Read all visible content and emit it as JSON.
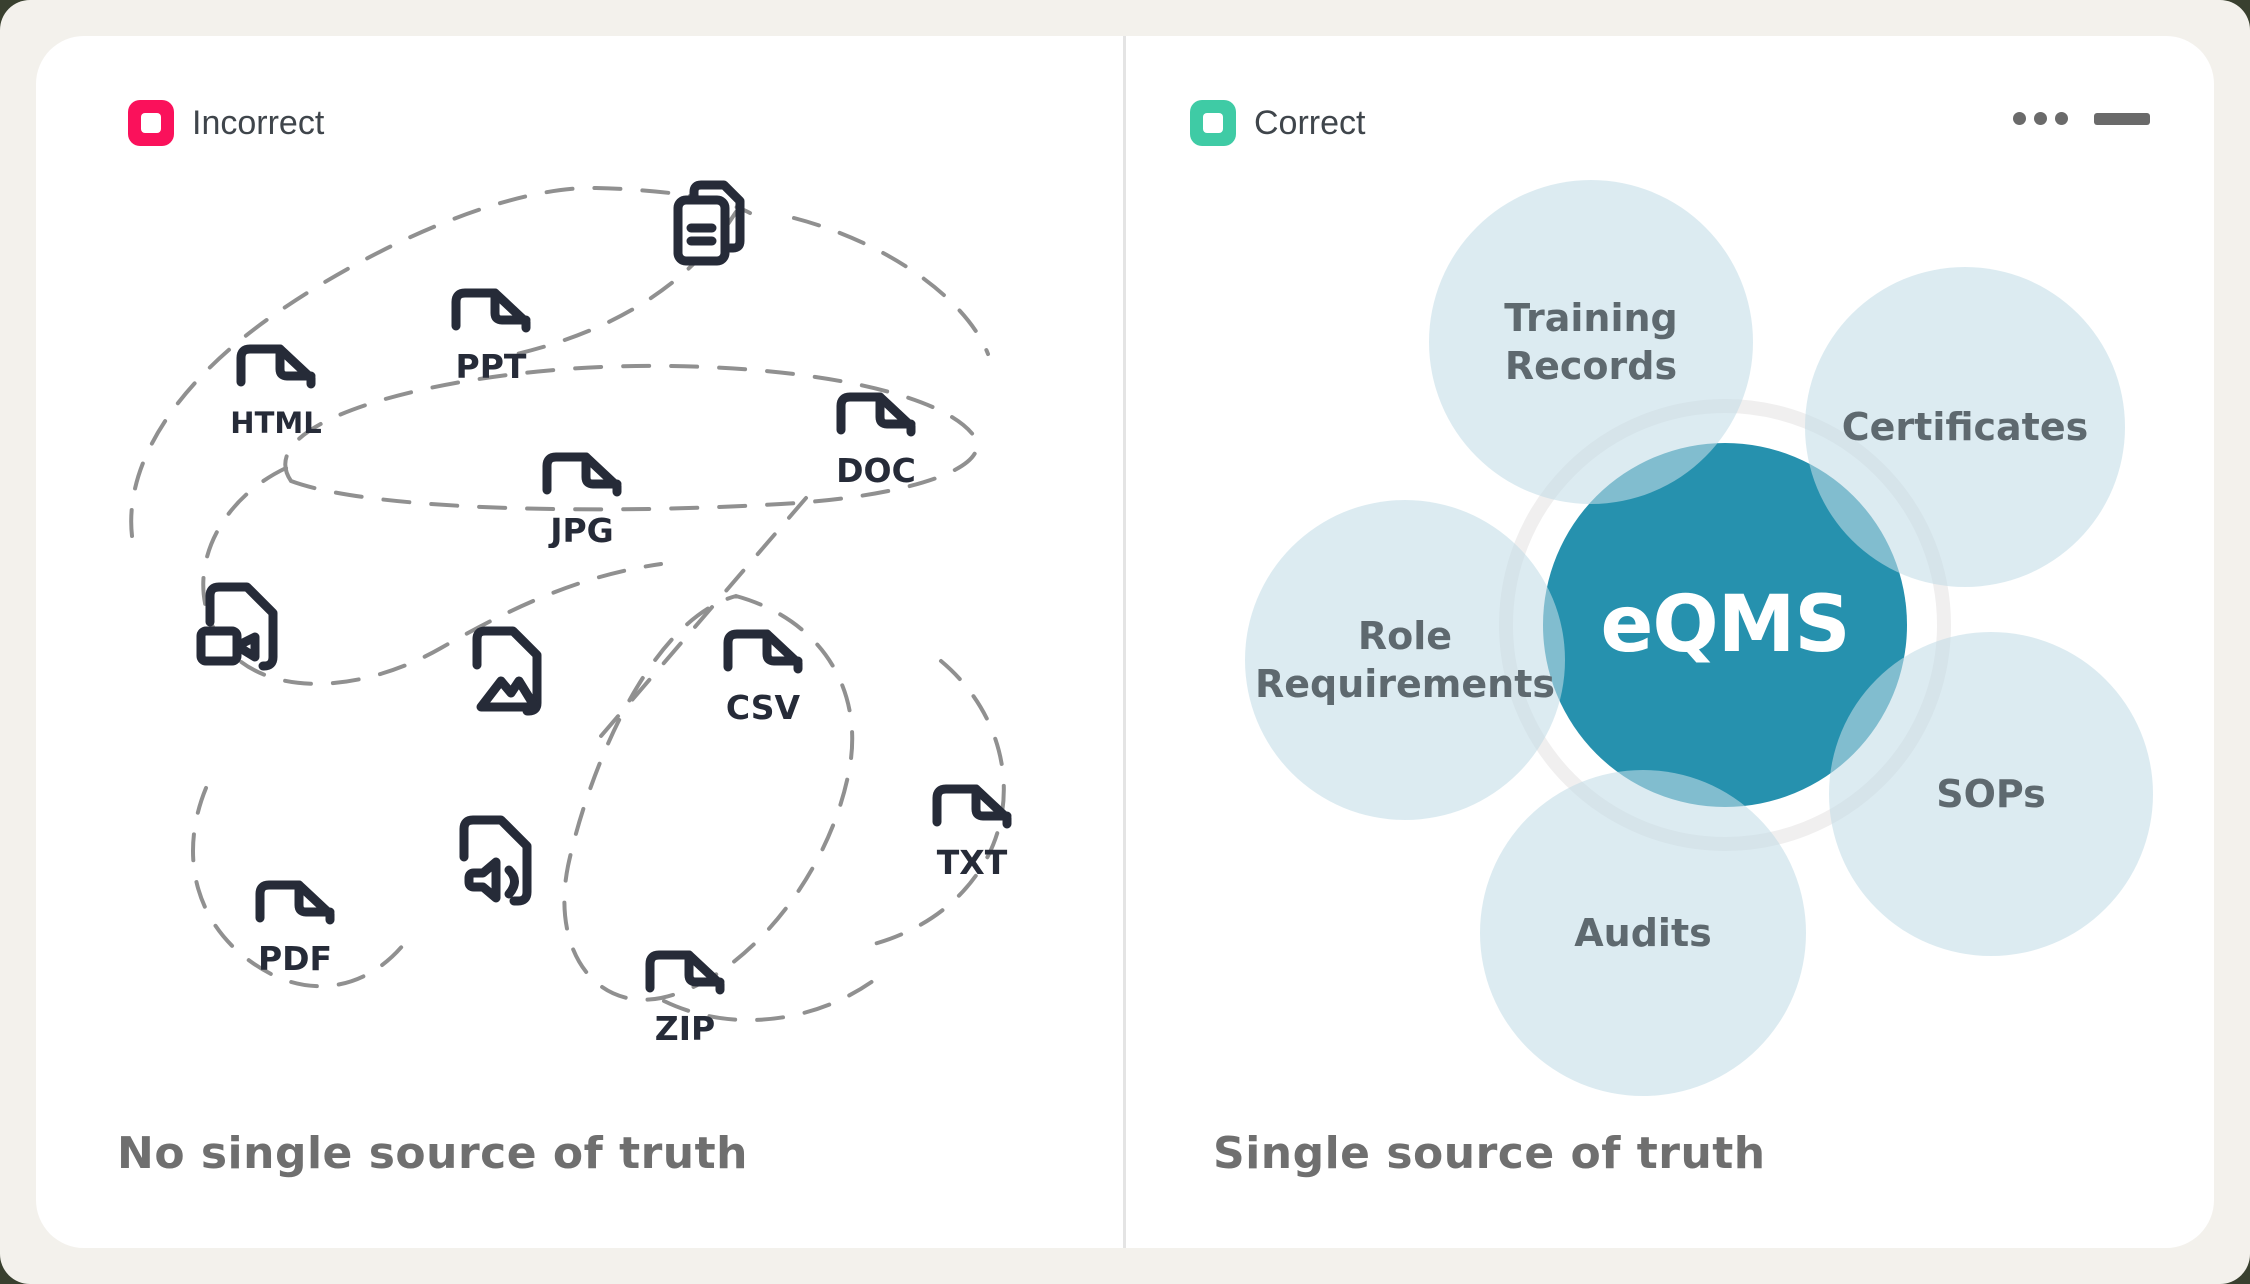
{
  "window_controls": {
    "ellipsis_icon": "ellipsis-icon",
    "minimize_icon": "dash-icon",
    "color": "#6A6A6A"
  },
  "left_panel": {
    "legend_label": "Incorrect",
    "legend_color": "#FA115B",
    "caption": "No single source of truth",
    "file_labels": {
      "ppt": "PPT",
      "html": "HTML",
      "doc": "DOC",
      "jpg": "JPG",
      "csv": "CSV",
      "txt": "TXT",
      "pdf": "PDF",
      "zip": "ZIP"
    },
    "pictorial_icons": [
      "document-copies-icon",
      "video-file-icon",
      "image-file-icon",
      "audio-file-icon"
    ],
    "icon_color": "#262B38",
    "scribble_color": "#909090"
  },
  "right_panel": {
    "legend_label": "Correct",
    "legend_color": "#3FCBA5",
    "caption": "Single source of truth",
    "hub": {
      "label": "eQMS",
      "color": "#2691AE",
      "text_color": "#FFFFFF"
    },
    "satellites": [
      {
        "name": "training-records",
        "line1": "Training",
        "line2": "Records"
      },
      {
        "name": "certificates",
        "line1": "Certificates",
        "line2": ""
      },
      {
        "name": "role-requirements",
        "line1": "Role",
        "line2": "Requirements"
      },
      {
        "name": "sops",
        "line1": "SOPs",
        "line2": ""
      },
      {
        "name": "audits",
        "line1": "Audits",
        "line2": ""
      }
    ],
    "satellite_fill": "#DCEBF1",
    "overlap_fill": "#80BECF",
    "label_color": "#5E696F"
  }
}
